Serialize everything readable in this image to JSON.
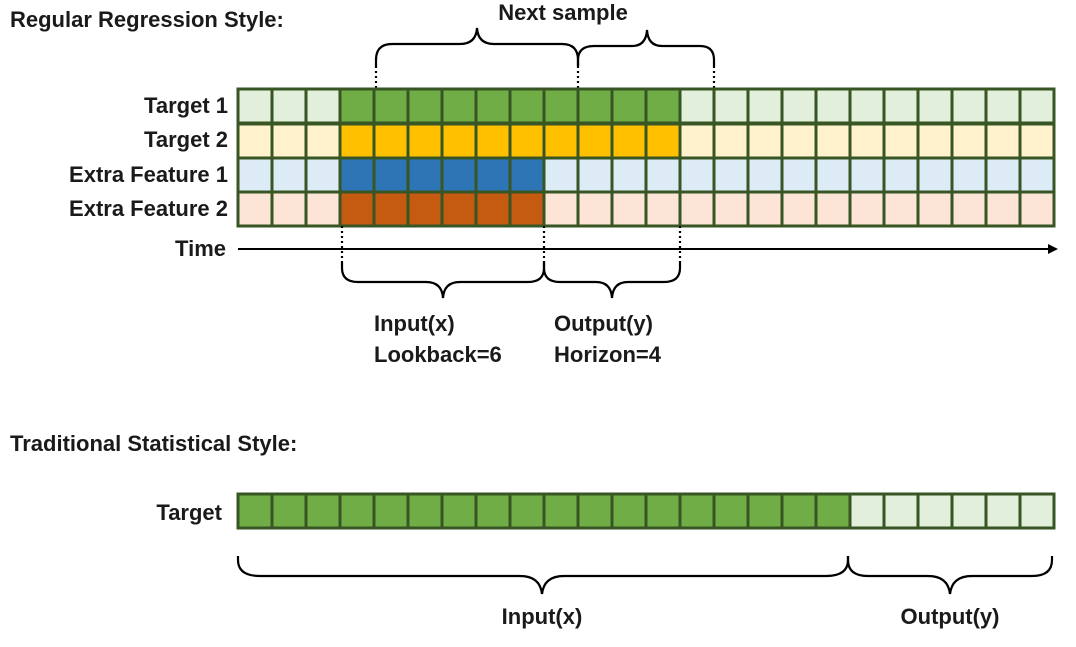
{
  "top_section": {
    "title": "Regular Regression Style:",
    "next_sample_label": "Next sample",
    "time_label": "Time",
    "rows": [
      {
        "label": "Target 1",
        "light": "#e2efda",
        "dark": "#70ad47",
        "filled_from": 3,
        "filled_to": 13
      },
      {
        "label": "Target 2",
        "light": "#fff2cc",
        "dark": "#ffc000",
        "filled_from": 3,
        "filled_to": 13
      },
      {
        "label": "Extra Feature 1",
        "light": "#ddebf7",
        "dark": "#2e75b6",
        "filled_from": 3,
        "filled_to": 9
      },
      {
        "label": "Extra Feature 2",
        "light": "#fce4d6",
        "dark": "#c55a11",
        "filled_from": 3,
        "filled_to": 9
      }
    ],
    "num_cells": 24,
    "input_label": "Input(x)",
    "lookback_label": "Lookback=6",
    "output_label": "Output(y)",
    "horizon_label": "Horizon=4"
  },
  "bottom_section": {
    "title": "Traditional Statistical Style:",
    "row_label": "Target",
    "num_cells": 24,
    "filled_count": 18,
    "light": "#e2efda",
    "dark": "#70ad47",
    "input_label": "Input(x)",
    "output_label": "Output(y)"
  },
  "colors": {
    "grid_border": "#375623"
  }
}
